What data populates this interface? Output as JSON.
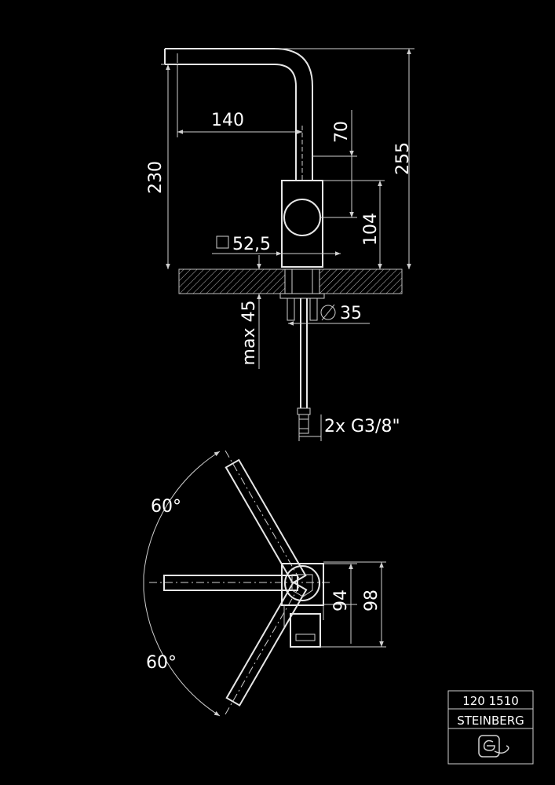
{
  "front_view": {
    "dims": {
      "spout_reach": "140",
      "total_height": "255",
      "spout_height": "230",
      "upper_offset": "70",
      "body_height": "104",
      "base_size": "52,5",
      "max_counter_thickness": "max 45",
      "hole_diameter": "35",
      "connection": "2x G3/8\""
    },
    "symbols": {
      "square": "□",
      "diameter": "Ø"
    }
  },
  "top_view": {
    "dims": {
      "swivel_upper": "60°",
      "swivel_lower": "60°",
      "width_inner": "94",
      "width_outer": "98"
    }
  },
  "title_block": {
    "article_number": "120 1510",
    "brand": "STEINBERG",
    "logo_icon": "steinberg-logo-icon"
  },
  "colors": {
    "background": "#000000",
    "lines": "#d0d0d0",
    "text": "#ffffff"
  }
}
